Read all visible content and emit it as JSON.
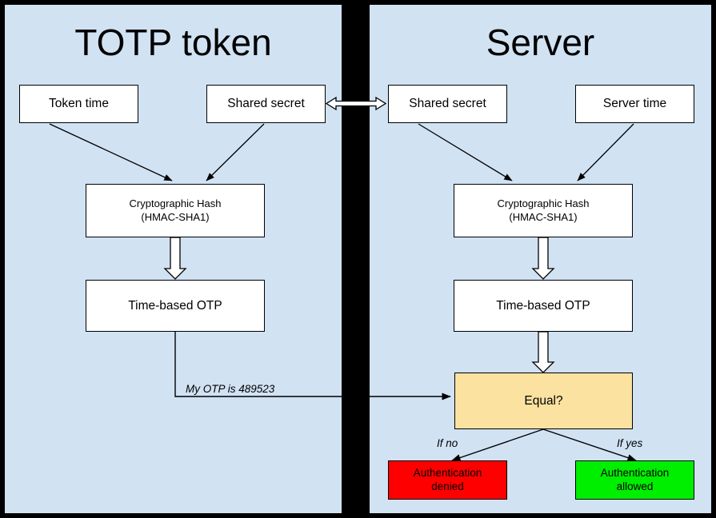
{
  "colors": {
    "panel_bg": "#d1e2f3",
    "frame": "#000000",
    "box_fill": "#ffffff",
    "decision_fill": "#fbe2a0",
    "denied_fill": "#ff0000",
    "allowed_fill": "#00ee00",
    "stroke": "#000000"
  },
  "panels": {
    "left": {
      "title": "TOTP token"
    },
    "right": {
      "title": "Server"
    }
  },
  "nodes": {
    "token_time": "Token time",
    "shared_secret_left": "Shared secret",
    "hash_left_line1": "Cryptographic Hash",
    "hash_left_line2": "(HMAC-SHA1)",
    "otp_left": "Time-based OTP",
    "shared_secret_right": "Shared secret",
    "server_time": "Server time",
    "hash_right_line1": "Cryptographic Hash",
    "hash_right_line2": "(HMAC-SHA1)",
    "otp_right": "Time-based OTP",
    "equal": "Equal?",
    "denied_line1": "Authentication",
    "denied_line2": "denied",
    "allowed_line1": "Authentication",
    "allowed_line2": "allowed"
  },
  "edge_labels": {
    "otp_message": "My OTP is 489523",
    "if_no": "If no",
    "if_yes": "If yes"
  }
}
